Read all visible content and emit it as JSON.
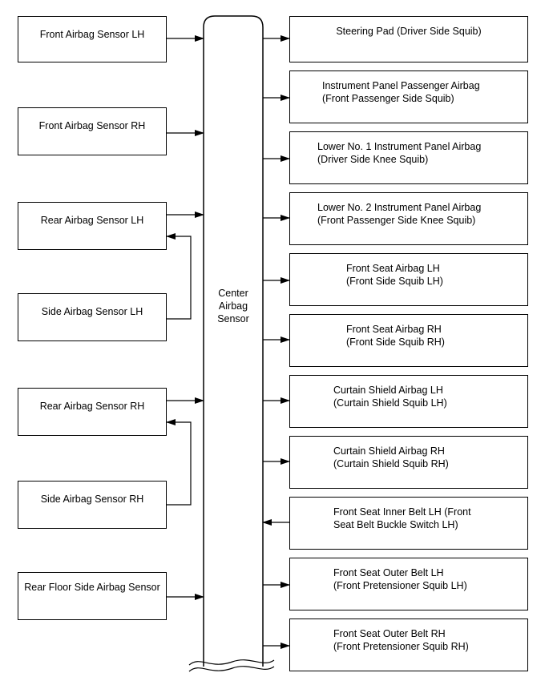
{
  "center_unit": {
    "label_lines": [
      "Center",
      "Airbag",
      "Sensor"
    ]
  },
  "left_boxes": [
    {
      "id": "front-airbag-sensor-lh",
      "lines": [
        "Front Airbag Sensor LH"
      ]
    },
    {
      "id": "front-airbag-sensor-rh",
      "lines": [
        "Front Airbag Sensor RH"
      ]
    },
    {
      "id": "rear-airbag-sensor-lh",
      "lines": [
        "Rear Airbag Sensor LH"
      ]
    },
    {
      "id": "side-airbag-sensor-lh",
      "lines": [
        "Side Airbag Sensor LH"
      ]
    },
    {
      "id": "rear-airbag-sensor-rh",
      "lines": [
        "Rear Airbag Sensor RH"
      ]
    },
    {
      "id": "side-airbag-sensor-rh",
      "lines": [
        "Side Airbag Sensor RH"
      ]
    },
    {
      "id": "rear-floor-side-airbag-sensor",
      "lines": [
        "Rear Floor Side Airbag Sensor"
      ]
    }
  ],
  "right_boxes": [
    {
      "id": "steering-pad",
      "lines": [
        "Steering Pad (Driver Side Squib)"
      ],
      "direction": "out"
    },
    {
      "id": "instrument-panel-passenger-airbag",
      "lines": [
        "Instrument Panel Passenger Airbag",
        "(Front Passenger Side Squib)"
      ],
      "direction": "out"
    },
    {
      "id": "lower-no1-instrument-panel-airbag",
      "lines": [
        "Lower No. 1 Instrument Panel Airbag",
        "(Driver Side Knee Squib)"
      ],
      "direction": "out"
    },
    {
      "id": "lower-no2-instrument-panel-airbag",
      "lines": [
        "Lower No. 2 Instrument Panel Airbag",
        "(Front Passenger Side Knee Squib)"
      ],
      "direction": "out"
    },
    {
      "id": "front-seat-airbag-lh",
      "lines": [
        "Front Seat Airbag LH",
        "(Front Side Squib LH)"
      ],
      "direction": "out"
    },
    {
      "id": "front-seat-airbag-rh",
      "lines": [
        "Front Seat Airbag RH",
        "(Front Side Squib RH)"
      ],
      "direction": "out"
    },
    {
      "id": "curtain-shield-airbag-lh",
      "lines": [
        "Curtain Shield Airbag LH",
        "(Curtain Shield Squib LH)"
      ],
      "direction": "out"
    },
    {
      "id": "curtain-shield-airbag-rh",
      "lines": [
        "Curtain Shield Airbag RH",
        "(Curtain Shield Squib RH)"
      ],
      "direction": "out"
    },
    {
      "id": "front-seat-inner-belt-lh",
      "lines": [
        "Front Seat Inner Belt LH (Front",
        "Seat Belt Buckle Switch LH)"
      ],
      "direction": "in"
    },
    {
      "id": "front-seat-outer-belt-lh",
      "lines": [
        "Front Seat Outer Belt LH",
        "(Front Pretensioner Squib LH)"
      ],
      "direction": "out"
    },
    {
      "id": "front-seat-outer-belt-rh",
      "lines": [
        "Front Seat Outer Belt RH",
        "(Front Pretensioner Squib RH)"
      ],
      "direction": "out"
    }
  ]
}
